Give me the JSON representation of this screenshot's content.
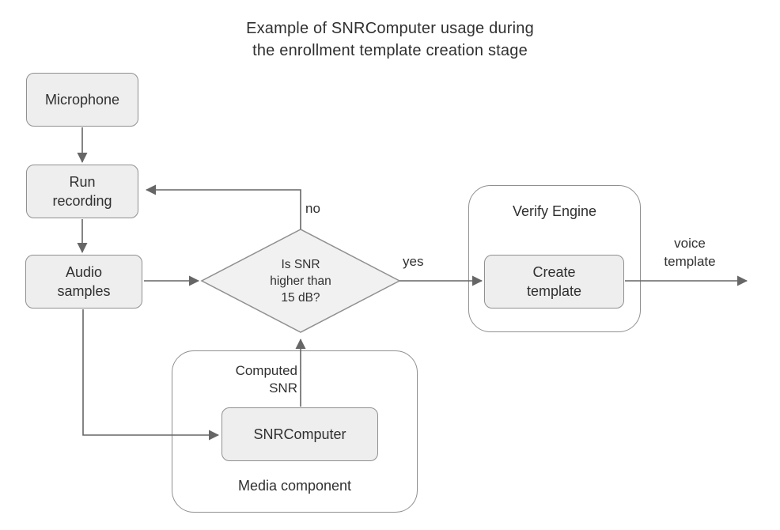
{
  "title": {
    "line1": "Example of SNRComputer usage during",
    "line2": "the enrollment template creation stage"
  },
  "nodes": {
    "microphone": {
      "label": "Microphone"
    },
    "run_recording": {
      "label": "Run recording"
    },
    "audio_samples": {
      "label": "Audio samples"
    },
    "create_template": {
      "label": "Create template"
    },
    "snr_computer": {
      "label": "SNRComputer"
    }
  },
  "decision": {
    "label": "Is SNR higher than 15 dB?",
    "lines": [
      "Is SNR",
      "higher than",
      "15 dB?"
    ]
  },
  "containers": {
    "verify_engine": {
      "label": "Verify Engine"
    },
    "media_component": {
      "label": "Media component"
    }
  },
  "edge_labels": {
    "no": "no",
    "yes": "yes",
    "voice_template": "voice template",
    "computed_snr": "Computed SNR"
  },
  "colors": {
    "node_fill": "#eeeeee",
    "node_border": "#909090",
    "container_fill": "#ffffff",
    "container_border": "#909090",
    "line_color": "#666666",
    "text_color": "#303030",
    "bg": "#ffffff"
  }
}
